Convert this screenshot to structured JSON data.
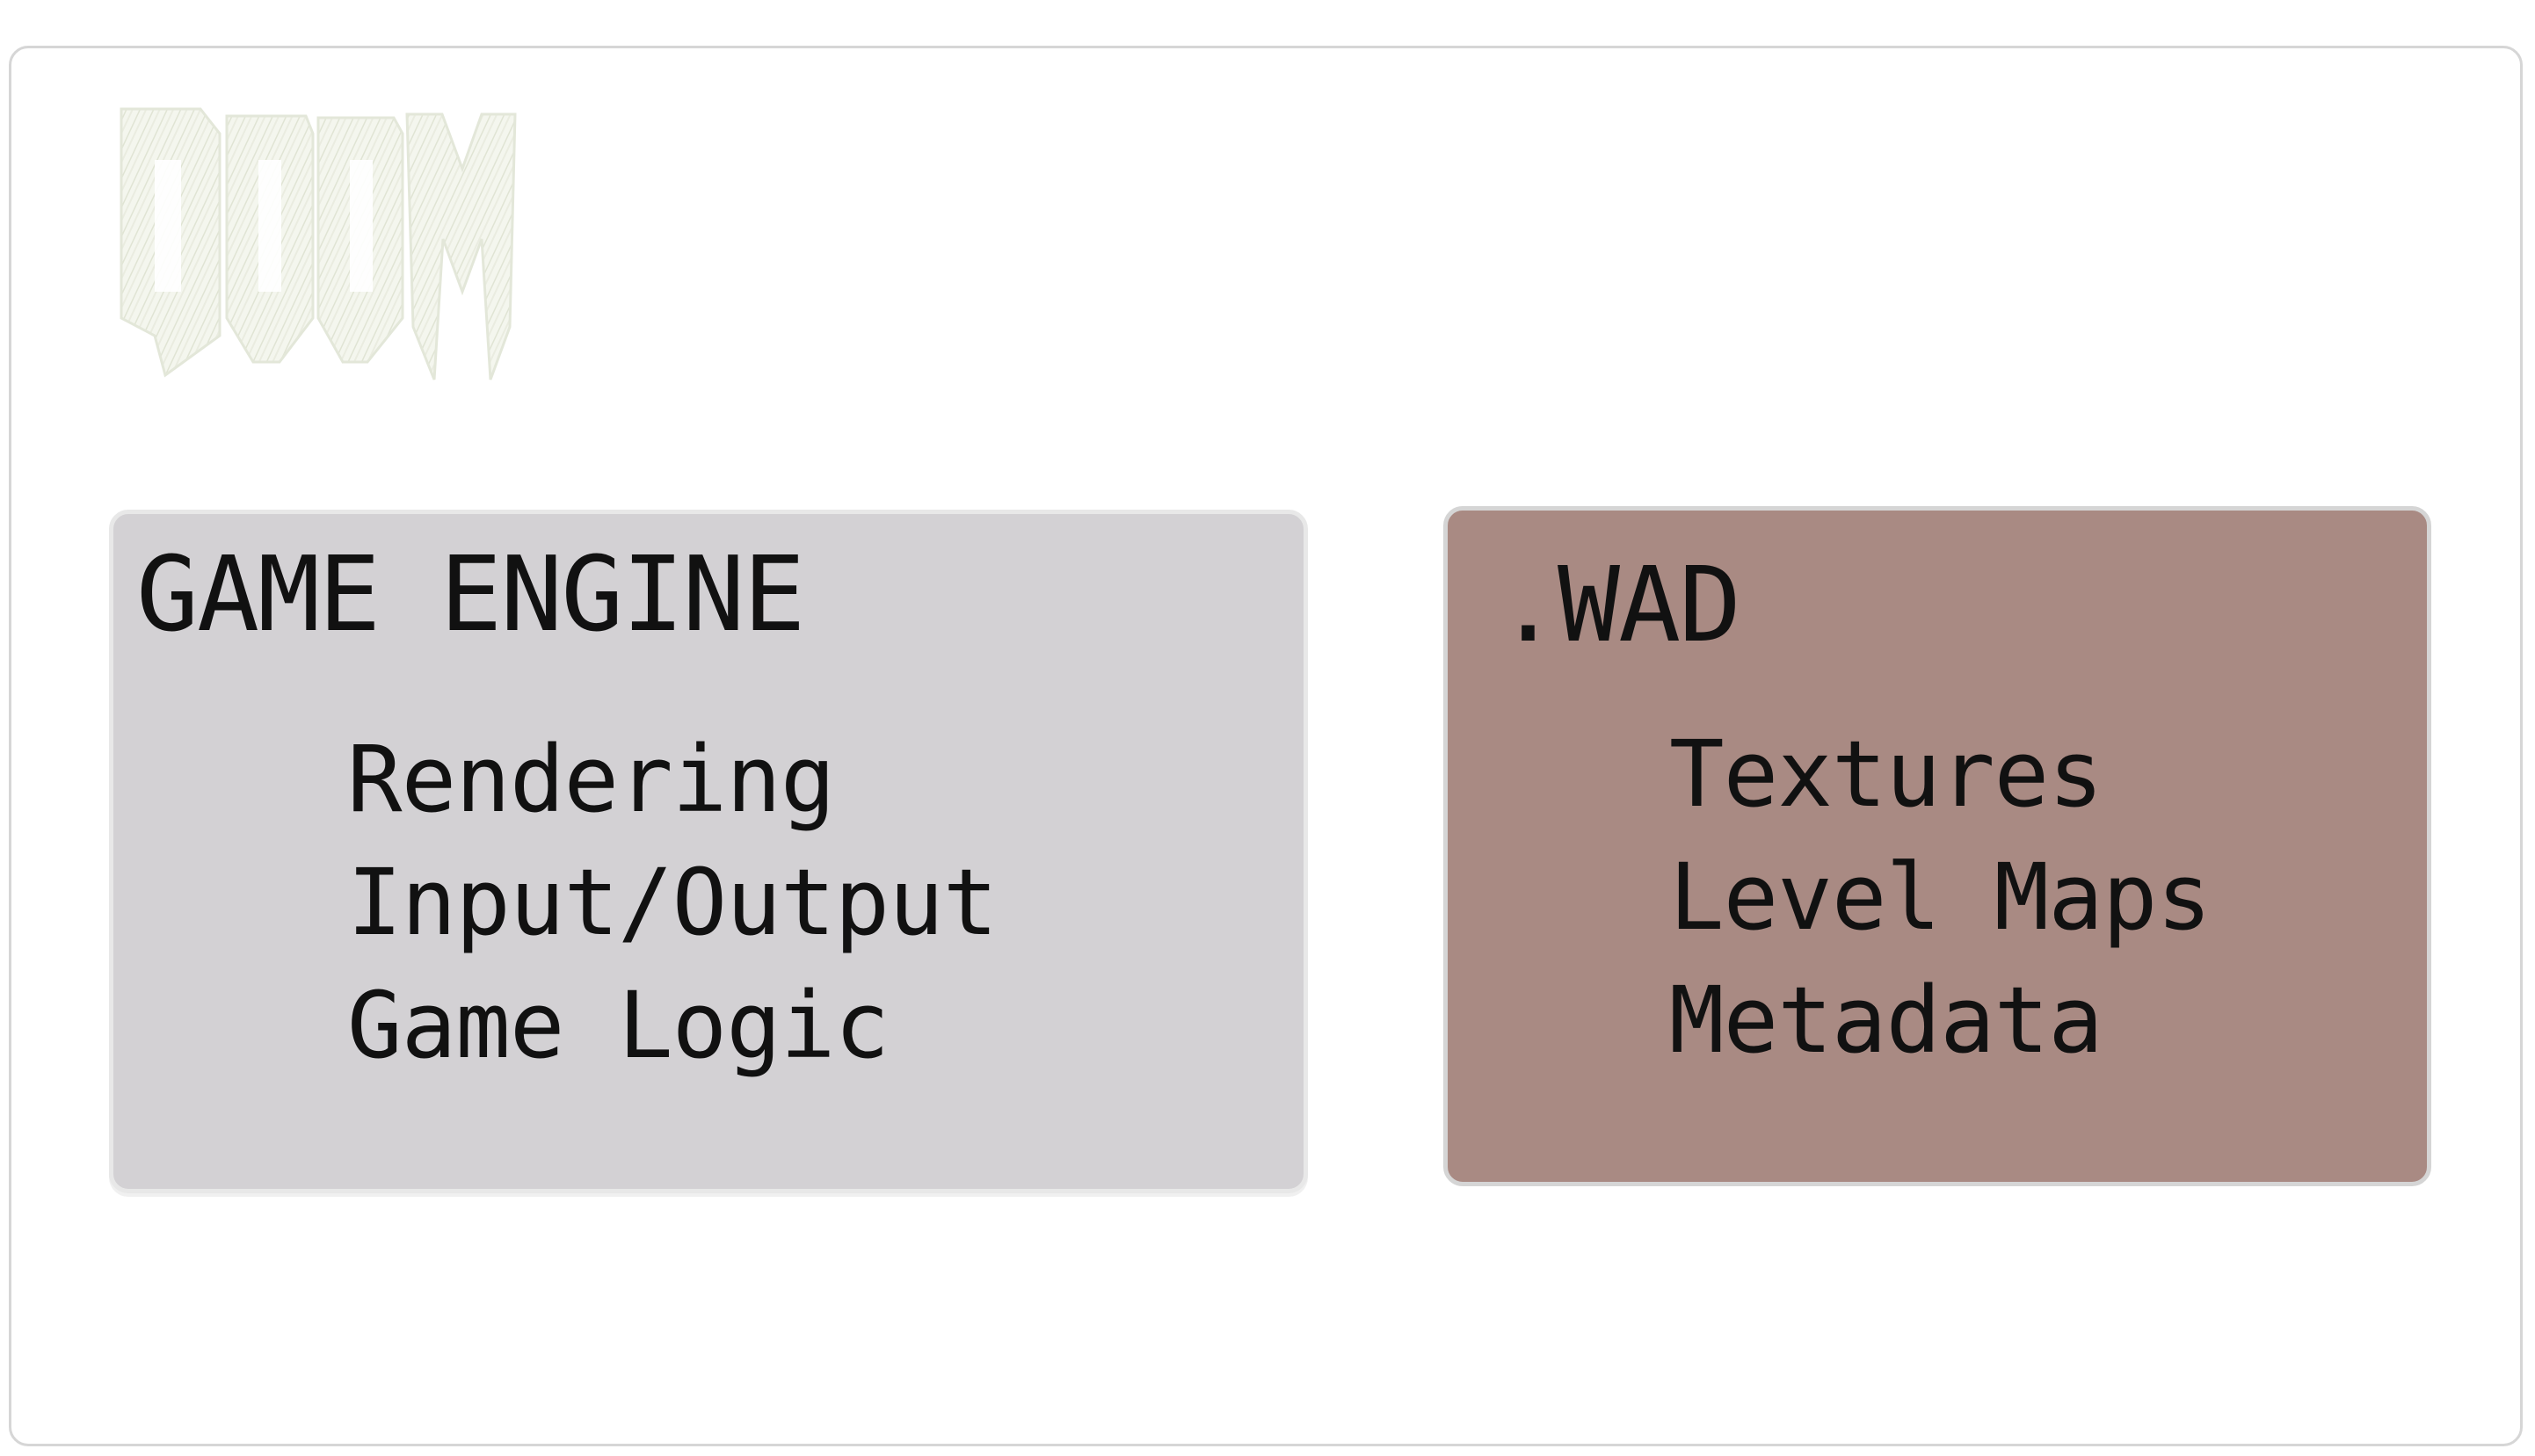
{
  "logo": {
    "text": "DOOM",
    "icon": "doom-logo",
    "color": "#eef1e6"
  },
  "cards": {
    "engine": {
      "title": "GAME ENGINE",
      "background": "#d3d1d4",
      "items": [
        "Rendering",
        "Input/Output",
        "Game Logic"
      ]
    },
    "wad": {
      "title": ".WAD",
      "background": "#a98a83",
      "items": [
        "Textures",
        "Level Maps",
        "Metadata"
      ]
    }
  }
}
